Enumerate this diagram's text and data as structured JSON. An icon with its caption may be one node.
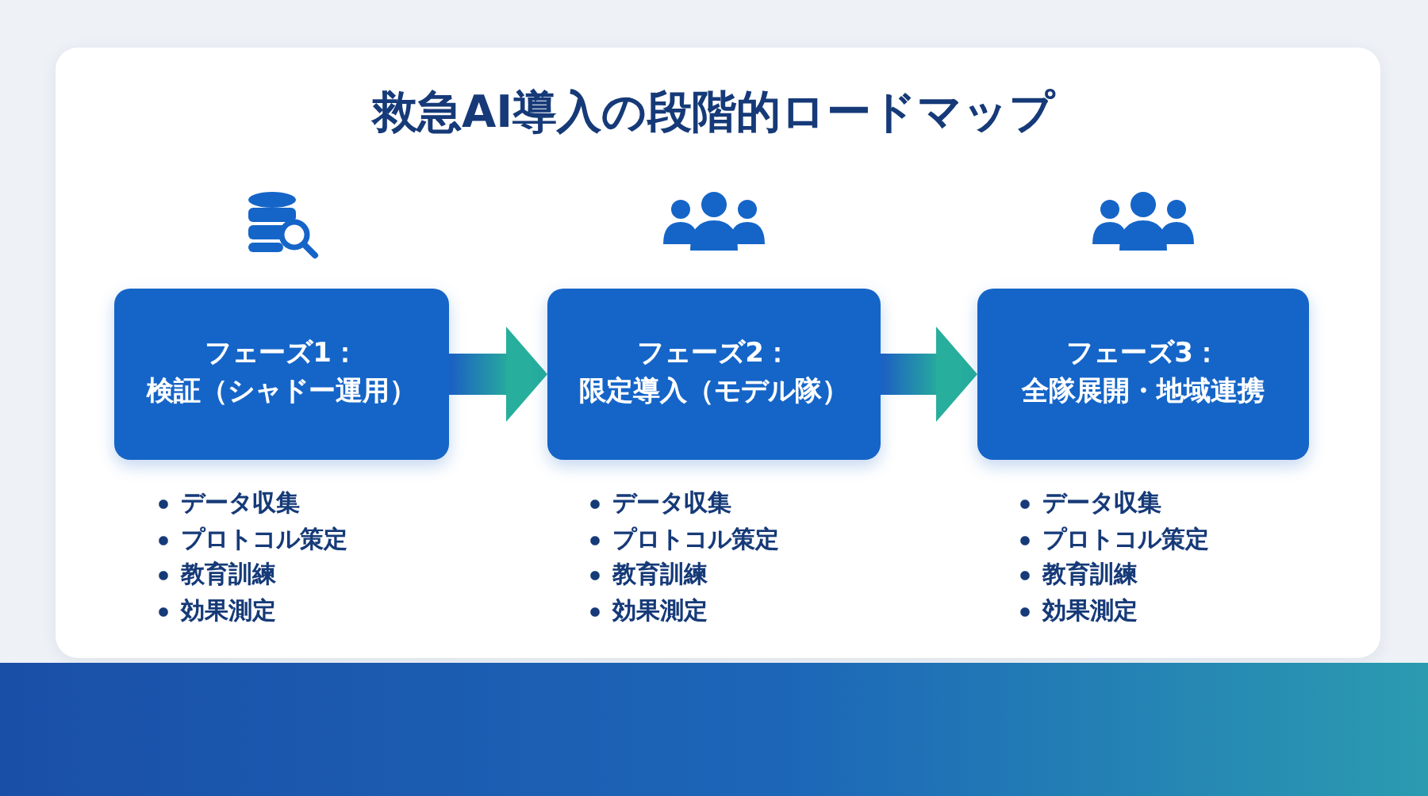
{
  "diagram": {
    "title": "救急AI導入の段階的ロードマップ",
    "nodes": [
      {
        "text": [
          "フェーズ1：",
          "検証（シャドー運用）"
        ],
        "beside": [
          "データ収集",
          "プロトコル策定",
          "教育訓練",
          "効果測定"
        ]
      },
      {
        "text": [
          "フェーズ2：",
          "限定導入（モデル隊）"
        ],
        "beside": [
          "データ収集",
          "プロトコル策定",
          "教育訓練",
          "効果測定"
        ]
      },
      {
        "text": [
          "フェーズ3：",
          "全隊展開・地域連携"
        ],
        "beside": [
          "データ収集",
          "プロトコル策定",
          "教育訓練",
          "効果測定"
        ]
      }
    ],
    "edges": [
      {
        "from": 0,
        "to": 1,
        "arrow": "to"
      },
      {
        "from": 1,
        "to": 2,
        "arrow": "to"
      }
    ]
  }
}
